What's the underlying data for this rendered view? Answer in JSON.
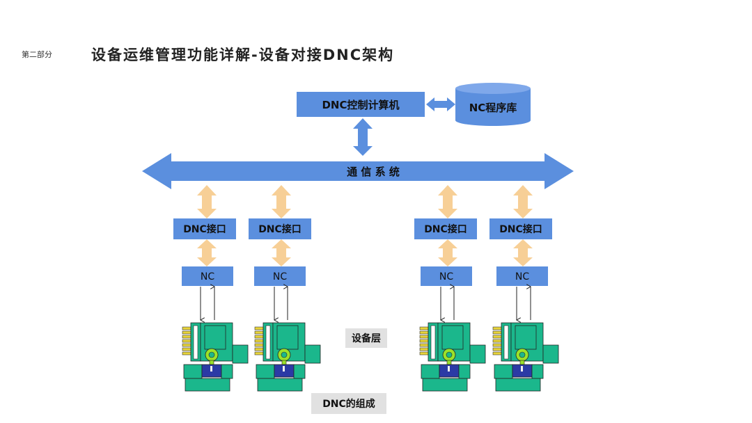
{
  "header": {
    "section": "第二部分",
    "title": "设备运维管理功能详解-设备对接DNC架构"
  },
  "diagram": {
    "control_computer": "DNC控制计算机",
    "program_library": "NC程序库",
    "comm_system": "通 信 系 统",
    "dnc_interfaces": [
      "DNC接口",
      "DNC接口",
      "DNC接口",
      "DNC接口"
    ],
    "nc_units": [
      "NC",
      "NC",
      "NC",
      "NC"
    ],
    "equipment_layer": "设备层",
    "caption": "DNC的组成"
  },
  "colors": {
    "box_blue": "#5b8fde",
    "peach_arrow": "#f7cf96",
    "machine_green": "#1bb78c",
    "machine_yellow": "#e8d43a",
    "machine_navy": "#2b3aa5",
    "machine_lime": "#9be22a",
    "label_gray": "#e1e1e1"
  }
}
